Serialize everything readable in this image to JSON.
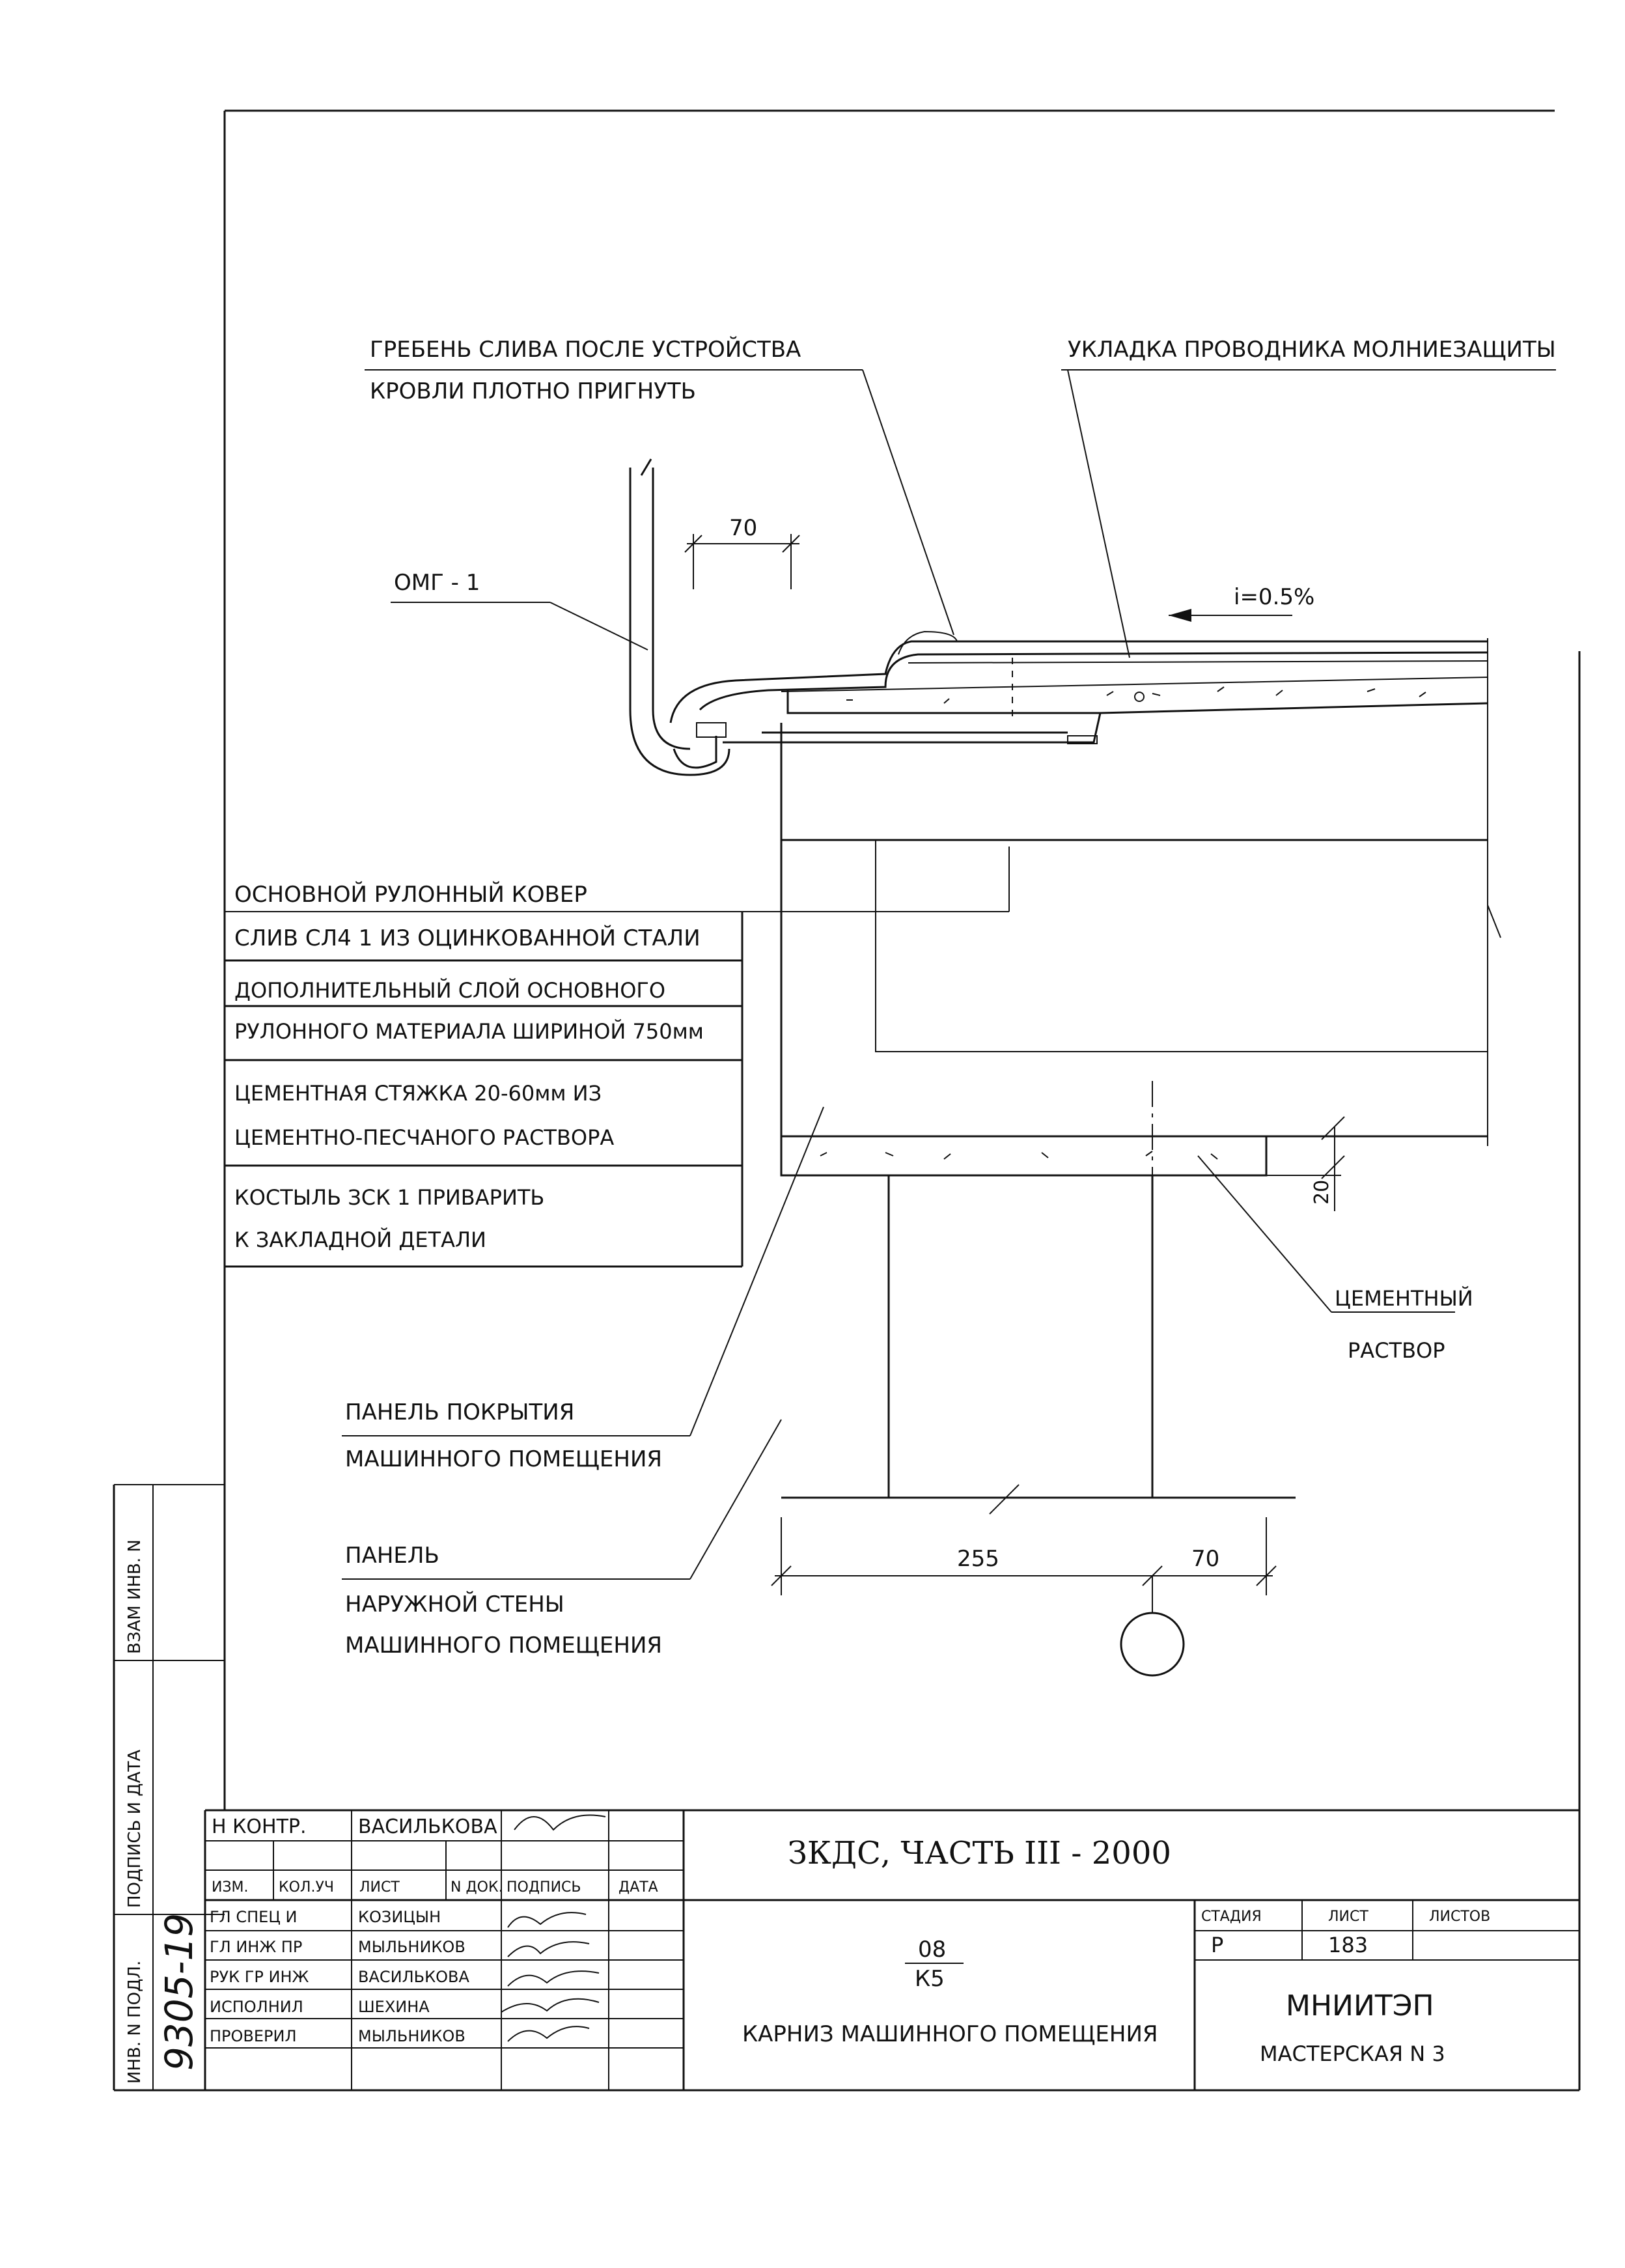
{
  "callouts": {
    "ridge_line1": "ГРЕБЕНЬ СЛИВА ПОСЛЕ УСТРОЙСТВА",
    "ridge_line2": "КРОВЛИ ПЛОТНО ПРИГНУТЬ",
    "lightning": "УКЛАДКА ПРОВОДНИКА МОЛНИЕЗАЩИТЫ",
    "omg": "ОМГ - 1",
    "slope": "i=0.5%",
    "cement_mortar_line1": "ЦЕМЕНТНЫЙ",
    "cement_mortar_line2": "РАСТВОР",
    "roof_panel_line1": "ПАНЕЛЬ ПОКРЫТИЯ",
    "roof_panel_line2": "МАШИННОГО ПОМЕЩЕНИЯ",
    "wall_panel_line1": "ПАНЕЛЬ",
    "wall_panel_line2": "НАРУЖНОЙ СТЕНЫ",
    "wall_panel_line3": "МАШИННОГО ПОМЕЩЕНИЯ"
  },
  "dimensions": {
    "top_70": "70",
    "d255": "255",
    "d70": "70",
    "d20": "20"
  },
  "legend": [
    {
      "lines": [
        "ОСНОВНОЙ РУЛОННЫЙ КОВЕР"
      ]
    },
    {
      "lines": [
        "СЛИВ СЛ4 1 ИЗ ОЦИНКОВАННОЙ СТАЛИ"
      ]
    },
    {
      "lines": [
        "ДОПОЛНИТЕЛЬНЫЙ СЛОЙ ОСНОВНОГО",
        "РУЛОННОГО МАТЕРИАЛА ШИРИНОЙ 750мм"
      ]
    },
    {
      "lines": [
        "ЦЕМЕНТНАЯ СТЯЖКА 20-60мм ИЗ",
        "ЦЕМЕНТНО-ПЕСЧАНОГО РАСТВОРА"
      ]
    },
    {
      "lines": [
        "КОСТЫЛЬ ЗСК 1 ПРИВАРИТЬ",
        "К ЗАКЛАДНОЙ ДЕТАЛИ"
      ]
    }
  ],
  "side_stamp": {
    "vzam": "ВЗАМ ИНВ. N",
    "podpis": "ПОДПИСЬ И ДАТА",
    "inv": "ИНВ. N ПОДЛ.",
    "inv_number": "9305-19"
  },
  "title_block": {
    "n_kontr_label": "Н КОНТР.",
    "n_kontr_name": "ВАСИЛЬКОВА",
    "headers": [
      "ИЗМ.",
      "КОЛ.УЧ",
      "ЛИСТ",
      "N ДОК.",
      "ПОДПИСЬ",
      "ДАТА"
    ],
    "staff": [
      {
        "role": "ГЛ СПЕЦ И",
        "name": "КОЗИЦЫН"
      },
      {
        "role": "ГЛ ИНЖ ПР",
        "name": "МЫЛЬНИКОВ"
      },
      {
        "role": "РУК ГР ИНЖ",
        "name": "ВАСИЛЬКОВА"
      },
      {
        "role": "ИСПОЛНИЛ",
        "name": "ШЕХИНА"
      },
      {
        "role": "ПРОВЕРИЛ",
        "name": "МЫЛЬНИКОВ"
      }
    ],
    "project": "ЗКДС, ЧАСТЬ III - 2000",
    "sheet_code_top": "08",
    "sheet_code_bottom": "К5",
    "sheet_title": "КАРНИЗ МАШИННОГО ПОМЕЩЕНИЯ",
    "stage_label": "СТАДИЯ",
    "sheet_label": "ЛИСТ",
    "sheets_label": "ЛИСТОВ",
    "stage_value": "Р",
    "sheet_value": "183",
    "sheets_value": "",
    "org": "МНИИТЭП",
    "workshop": "МАСТЕРСКАЯ N 3"
  }
}
